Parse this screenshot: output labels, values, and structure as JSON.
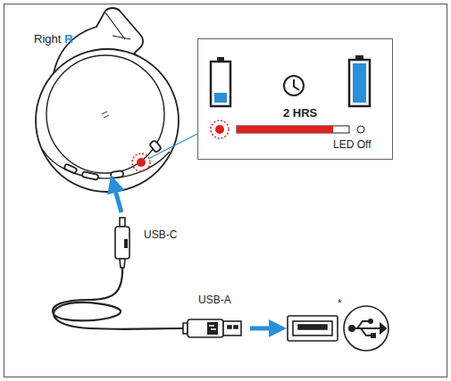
{
  "diagram": {
    "nodes": [
      {
        "text": [
          "2 HRS",
          "LED Off"
        ]
      }
    ],
    "labels": [
      "Right",
      "R",
      "USB-C",
      "USB-A",
      "*"
    ]
  }
}
